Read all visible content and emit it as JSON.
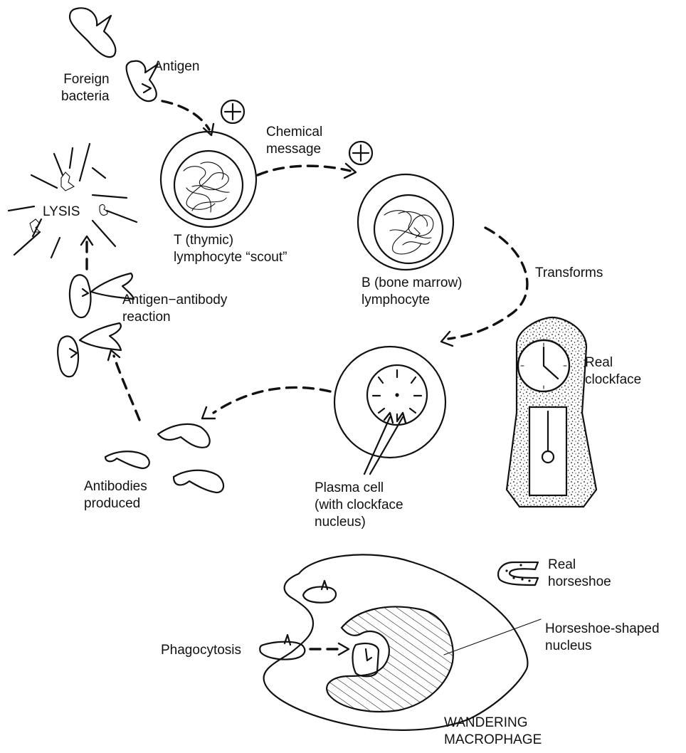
{
  "labels": {
    "foreign_bacteria": [
      "Foreign",
      "bacteria"
    ],
    "antigen": "Antigen",
    "chemical_message": [
      "Chemical",
      "message"
    ],
    "t_lymphocyte": [
      "T (thymic)",
      "lymphocyte “scout”"
    ],
    "b_lymphocyte": [
      "B (bone marrow)",
      "lymphocyte"
    ],
    "transforms": "Transforms",
    "lysis": "LYSIS",
    "antigen_antibody": [
      "Antigen−antibody",
      "reaction"
    ],
    "real_clockface": [
      "Real",
      "clockface"
    ],
    "antibodies_produced": [
      "Antibodies",
      "produced"
    ],
    "plasma_cell": [
      "Plasma cell",
      "(with clockface",
      "nucleus)"
    ],
    "real_horseshoe": [
      "Real",
      "horseshoe"
    ],
    "phagocytosis": "Phagocytosis",
    "horseshoe_nucleus": [
      "Horseshoe-shaped",
      "nucleus"
    ],
    "wandering_macrophage": [
      "WANDERING",
      "MACROPHAGE"
    ]
  }
}
